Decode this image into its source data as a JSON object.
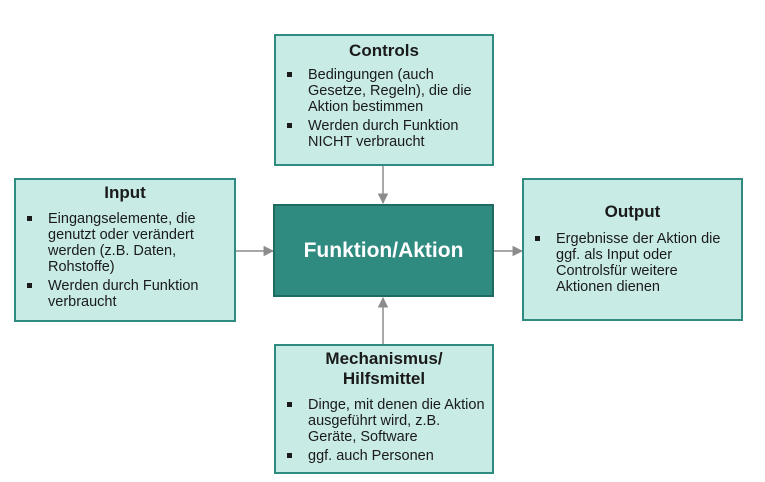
{
  "colors": {
    "box_fill": "#c8ebe6",
    "box_border": "#2f8a80",
    "center_fill": "#2f8a80",
    "arrow": "#8c8c8c"
  },
  "controls": {
    "title": "Controls",
    "items": [
      "Bedingungen (auch Gesetze, Regeln), die die Aktion bestimmen",
      "Werden durch Funktion NICHT verbraucht"
    ]
  },
  "input": {
    "title": "Input",
    "items": [
      "Eingangselemente, die genutzt oder verändert werden (z.B. Daten, Rohstoffe)",
      "Werden durch Funktion verbraucht"
    ]
  },
  "center": {
    "label": "Funktion/Aktion"
  },
  "output": {
    "title": "Output",
    "items": [
      "Ergebnisse der Aktion die ggf. als Input oder Controlsfür weitere Aktionen dienen"
    ]
  },
  "mechanism": {
    "title_line1": "Mechanismus/",
    "title_line2": "Hilfsmittel",
    "items": [
      "Dinge, mit denen die Aktion ausgeführt wird, z.B. Geräte, Software",
      "ggf. auch Personen"
    ]
  }
}
